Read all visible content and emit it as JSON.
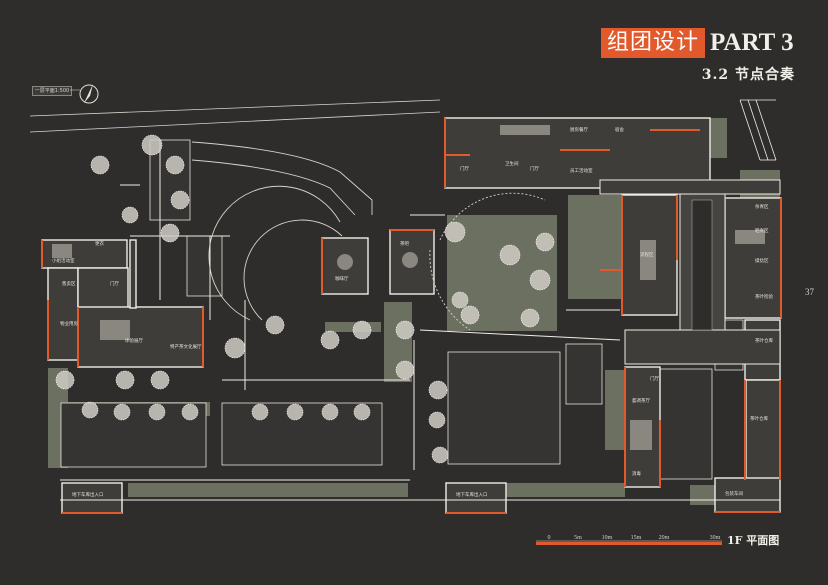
{
  "header": {
    "title_cn": "组团设计",
    "title_en": "PART 3",
    "subtitle": "3.2 节点合奏"
  },
  "page_number": "37",
  "scale_note": "一层平面1:500",
  "plan_title": "1F 平面图",
  "scale_bar": {
    "ticks": [
      "0",
      "5m",
      "10m",
      "15m",
      "20m",
      "30m"
    ]
  },
  "room_labels": {
    "r1": "小组活动室",
    "r2": "更衣",
    "r3": "门厅",
    "r4": "体验展厅",
    "r5": "售卖区",
    "r6": "特产茶文化展厅",
    "r7": "咖啡厅",
    "r8": "茶吧",
    "r9": "物业用房",
    "r10": "厨房餐厅",
    "r11": "宿舍",
    "r12": "员工活动室",
    "r13": "门厅",
    "r14": "卫生间",
    "r15": "门厅",
    "r16": "流程区",
    "r17": "晒青区",
    "r18": "揉捻区",
    "r19": "门厅",
    "r20": "茶叶仓库",
    "r21": "萎凋茶厅",
    "r22": "茶叶仓库",
    "r23": "包装车间",
    "r24": "地下车库出入口",
    "r25": "地下车库出入口",
    "r26": "杀青区",
    "r27": "茶叶检验",
    "r28": "消毒"
  },
  "colors": {
    "background": "#2e2d2b",
    "accent": "#e2592c",
    "wall": "#f1ede6",
    "green": "#6c7060",
    "interior": "#3e3d3a"
  },
  "icons": {
    "north_arrow": "north-arrow-icon",
    "trees": "tree-icon"
  }
}
